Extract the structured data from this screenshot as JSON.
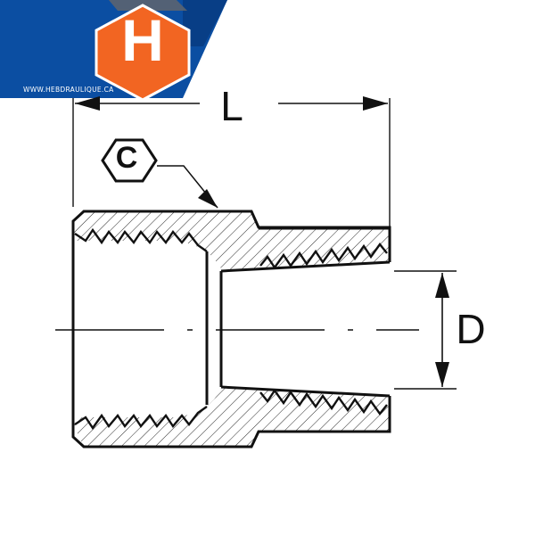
{
  "brand": {
    "logo_letter": "H",
    "website": "WWW.HEBDRAULIQUE.CA",
    "colors": {
      "blue": "#0b4ea2",
      "blue_dark": "#083e86",
      "orange": "#f26522",
      "slate": "#5b6470"
    }
  },
  "drawing": {
    "dimension_length_label": "L",
    "dimension_diameter_label": "D",
    "hex_callout_label": "C",
    "line_color": "#111111"
  }
}
